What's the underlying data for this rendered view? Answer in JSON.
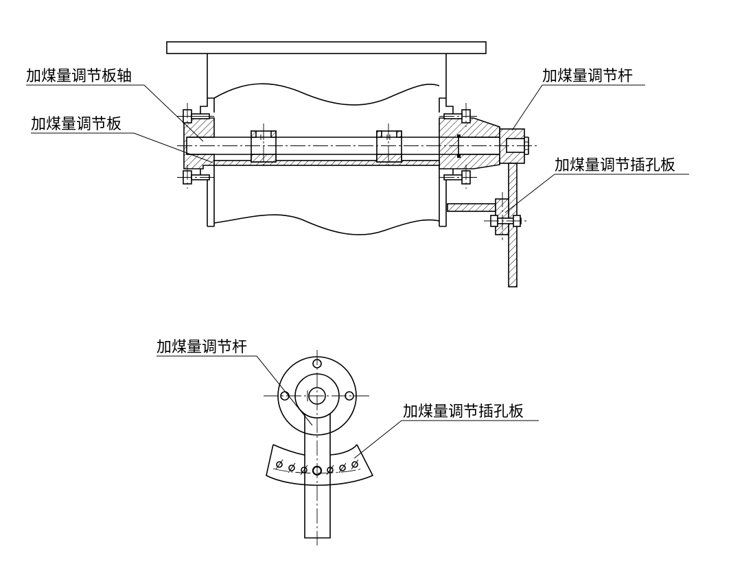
{
  "labels": {
    "plate_shaft": "加煤量调节板轴",
    "plate": "加煤量调节板",
    "rod_top": "加煤量调节杆",
    "hole_plate_top": "加煤量调节插孔板",
    "rod_bottom": "加煤量调节杆",
    "hole_plate_bottom": "加煤量调节插孔板"
  }
}
